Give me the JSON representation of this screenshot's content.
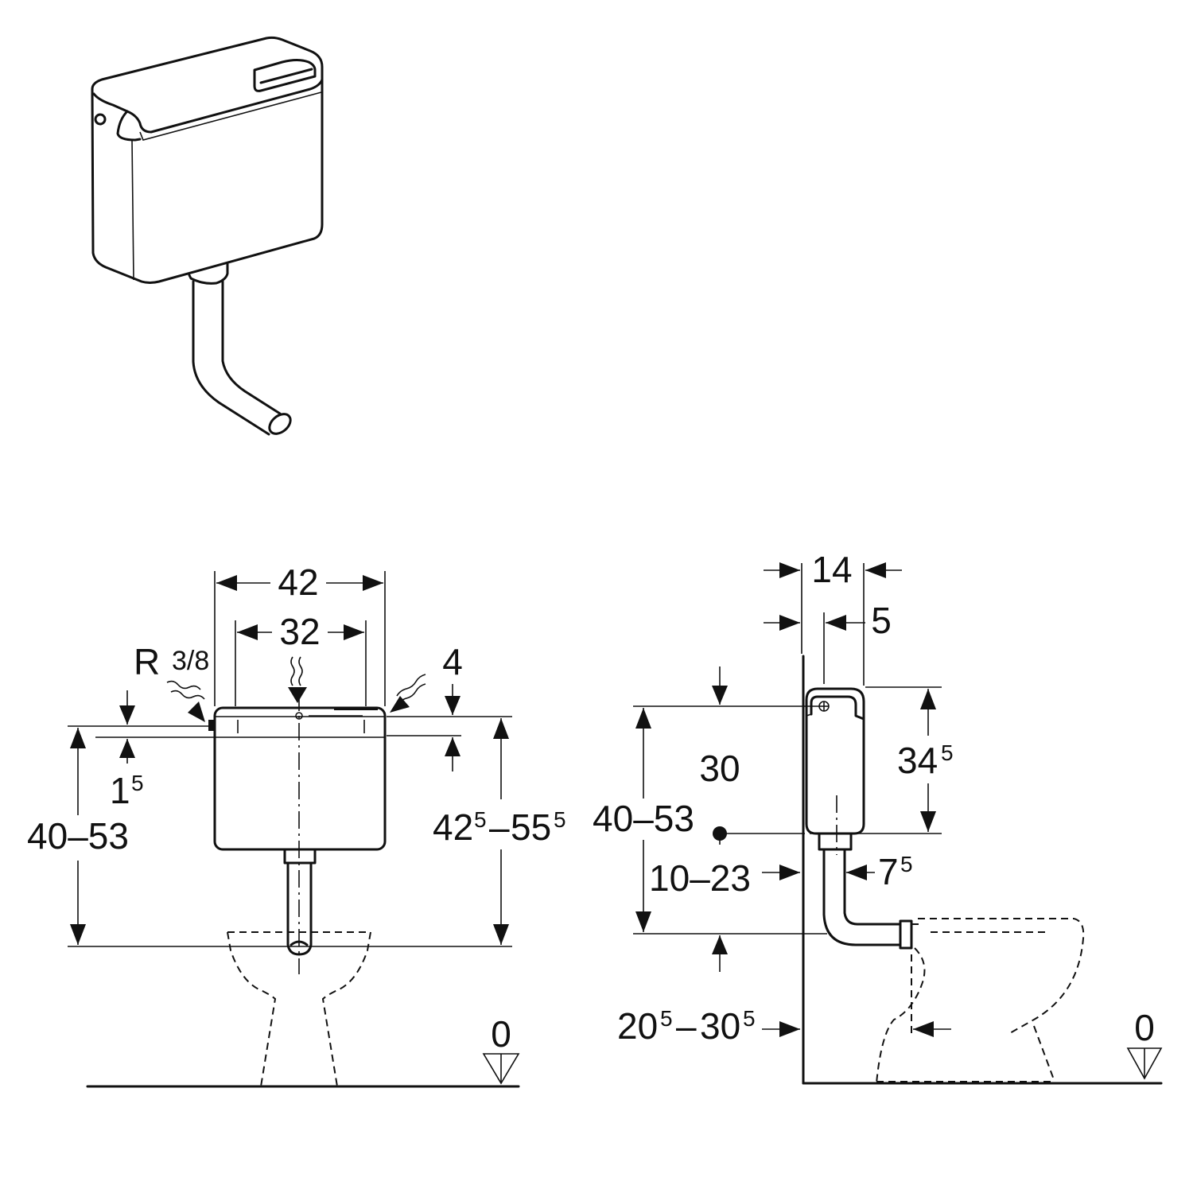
{
  "front_view": {
    "width_outer": "42",
    "width_inner": "32",
    "thread_label": "R",
    "thread_size": "3/8",
    "top_offset": "4",
    "inlet_offset_main": "1",
    "inlet_offset_sup": "5",
    "height_left": "40–53",
    "height_right_a": "42",
    "height_right_a_sup": "5",
    "height_right_dash": "–",
    "height_right_b": "55",
    "height_right_b_sup": "5",
    "floor_level": "0"
  },
  "side_view": {
    "depth_top": "14",
    "depth_inner": "5",
    "tank_height": "34",
    "tank_height_sup": "5",
    "center_offset": "30",
    "height_range": "40–53",
    "outlet_range": "10–23",
    "pipe_offset": "7",
    "pipe_offset_sup": "5",
    "bowl_a": "20",
    "bowl_a_sup": "5",
    "bowl_dash": "–",
    "bowl_b": "30",
    "bowl_b_sup": "5",
    "floor_level": "0"
  }
}
